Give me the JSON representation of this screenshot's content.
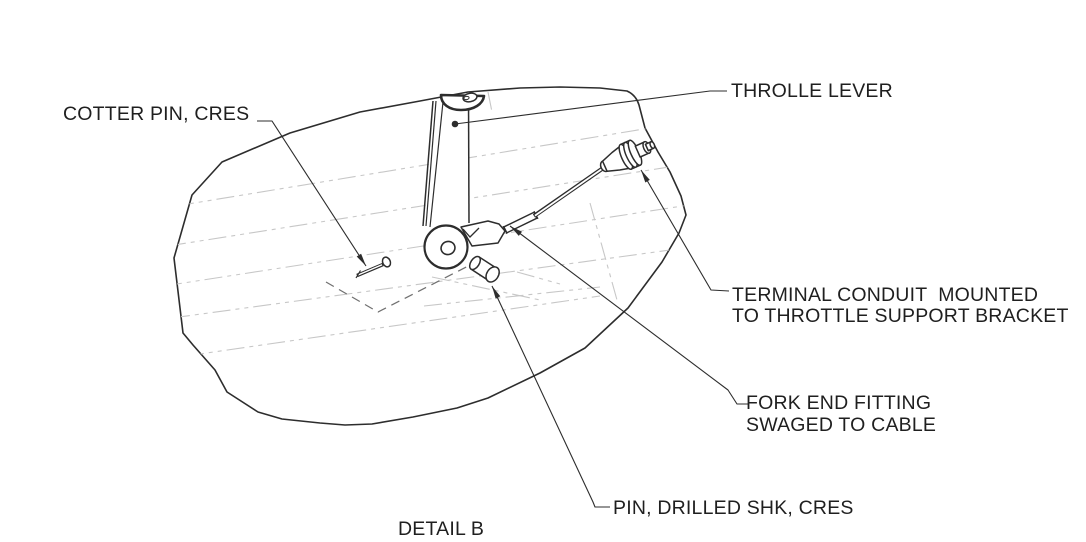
{
  "diagram": {
    "caption": "DETAIL B",
    "callouts": {
      "throttle_lever": {
        "text": "THROLLE LEVER"
      },
      "cotter_pin": {
        "text": "COTTER PIN, CRES"
      },
      "terminal_conduit": {
        "line1": "TERMINAL CONDUIT  MOUNTED",
        "line2": "TO THROTTLE SUPPORT BRACKET"
      },
      "fork_end": {
        "line1": "FORK END FITTING",
        "line2": "SWAGED TO CABLE"
      },
      "drilled_pin": {
        "text": "PIN, DRILLED SHK, CRES"
      }
    },
    "colors": {
      "line": "#2d2d2d",
      "text": "#1f1f1f",
      "phantom_line": "#c7c7c7",
      "hidden_line": "#707070",
      "background": "#ffffff"
    }
  }
}
